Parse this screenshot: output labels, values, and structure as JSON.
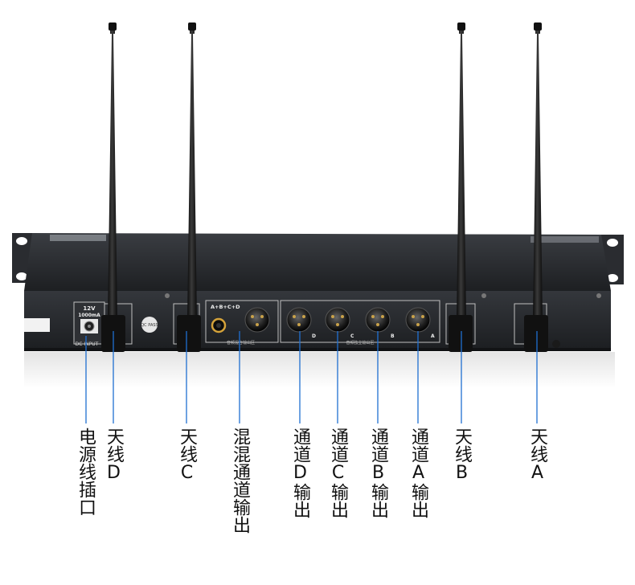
{
  "device": {
    "power_rating_voltage": "12V",
    "power_rating_current": "1000mA",
    "dc_input_label": "DC INPUT",
    "mix_label": "A+B+C+D",
    "mix_zone_label": "音频混合输出区",
    "independent_zone_label": "音频独立输出区",
    "xlr_letters": [
      "D",
      "C",
      "B",
      "A"
    ],
    "qc_sticker": "QC PASS"
  },
  "callouts": [
    {
      "id": "power",
      "text": "电源线插口"
    },
    {
      "id": "antenna-d",
      "text": "天线D"
    },
    {
      "id": "antenna-c",
      "text": "天线C"
    },
    {
      "id": "mix-out",
      "text": "混混通道输出"
    },
    {
      "id": "out-d",
      "text": "通道D输出"
    },
    {
      "id": "out-c",
      "text": "通道C输出"
    },
    {
      "id": "out-b",
      "text": "通道B输出"
    },
    {
      "id": "out-a",
      "text": "通道A输出"
    },
    {
      "id": "antenna-b",
      "text": "天线B"
    },
    {
      "id": "antenna-a",
      "text": "天线A"
    }
  ],
  "colors": {
    "callout_line": "#1f6fd1",
    "chassis_top": "#222428",
    "chassis_face": "#2b2d31",
    "antenna": "#151515"
  }
}
